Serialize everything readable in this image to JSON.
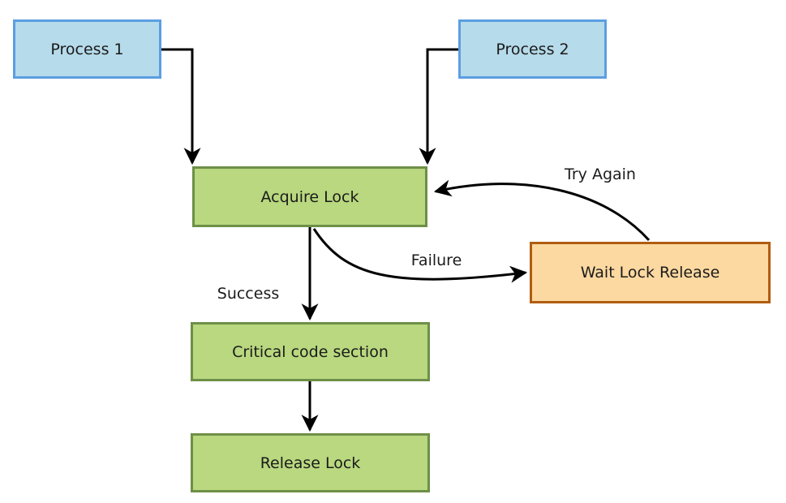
{
  "diagram": {
    "type": "flowchart",
    "nodes": {
      "process1": {
        "label": "Process 1"
      },
      "process2": {
        "label": "Process 2"
      },
      "acquire": {
        "label": "Acquire Lock"
      },
      "wait": {
        "label": "Wait Lock Release"
      },
      "critical": {
        "label": "Critical code section"
      },
      "release": {
        "label": "Release Lock"
      }
    },
    "edges": {
      "success": {
        "label": "Success"
      },
      "failure": {
        "label": "Failure"
      },
      "try_again": {
        "label": "Try Again"
      }
    },
    "colors": {
      "process_fill": "#b6dbea",
      "process_border": "#5b9ee2",
      "action_fill": "#b9d87f",
      "action_border": "#6e8f48",
      "wait_fill": "#fcd9a1",
      "wait_border": "#b05d10",
      "arrow": "#000000",
      "text": "#1b1b1b"
    }
  }
}
